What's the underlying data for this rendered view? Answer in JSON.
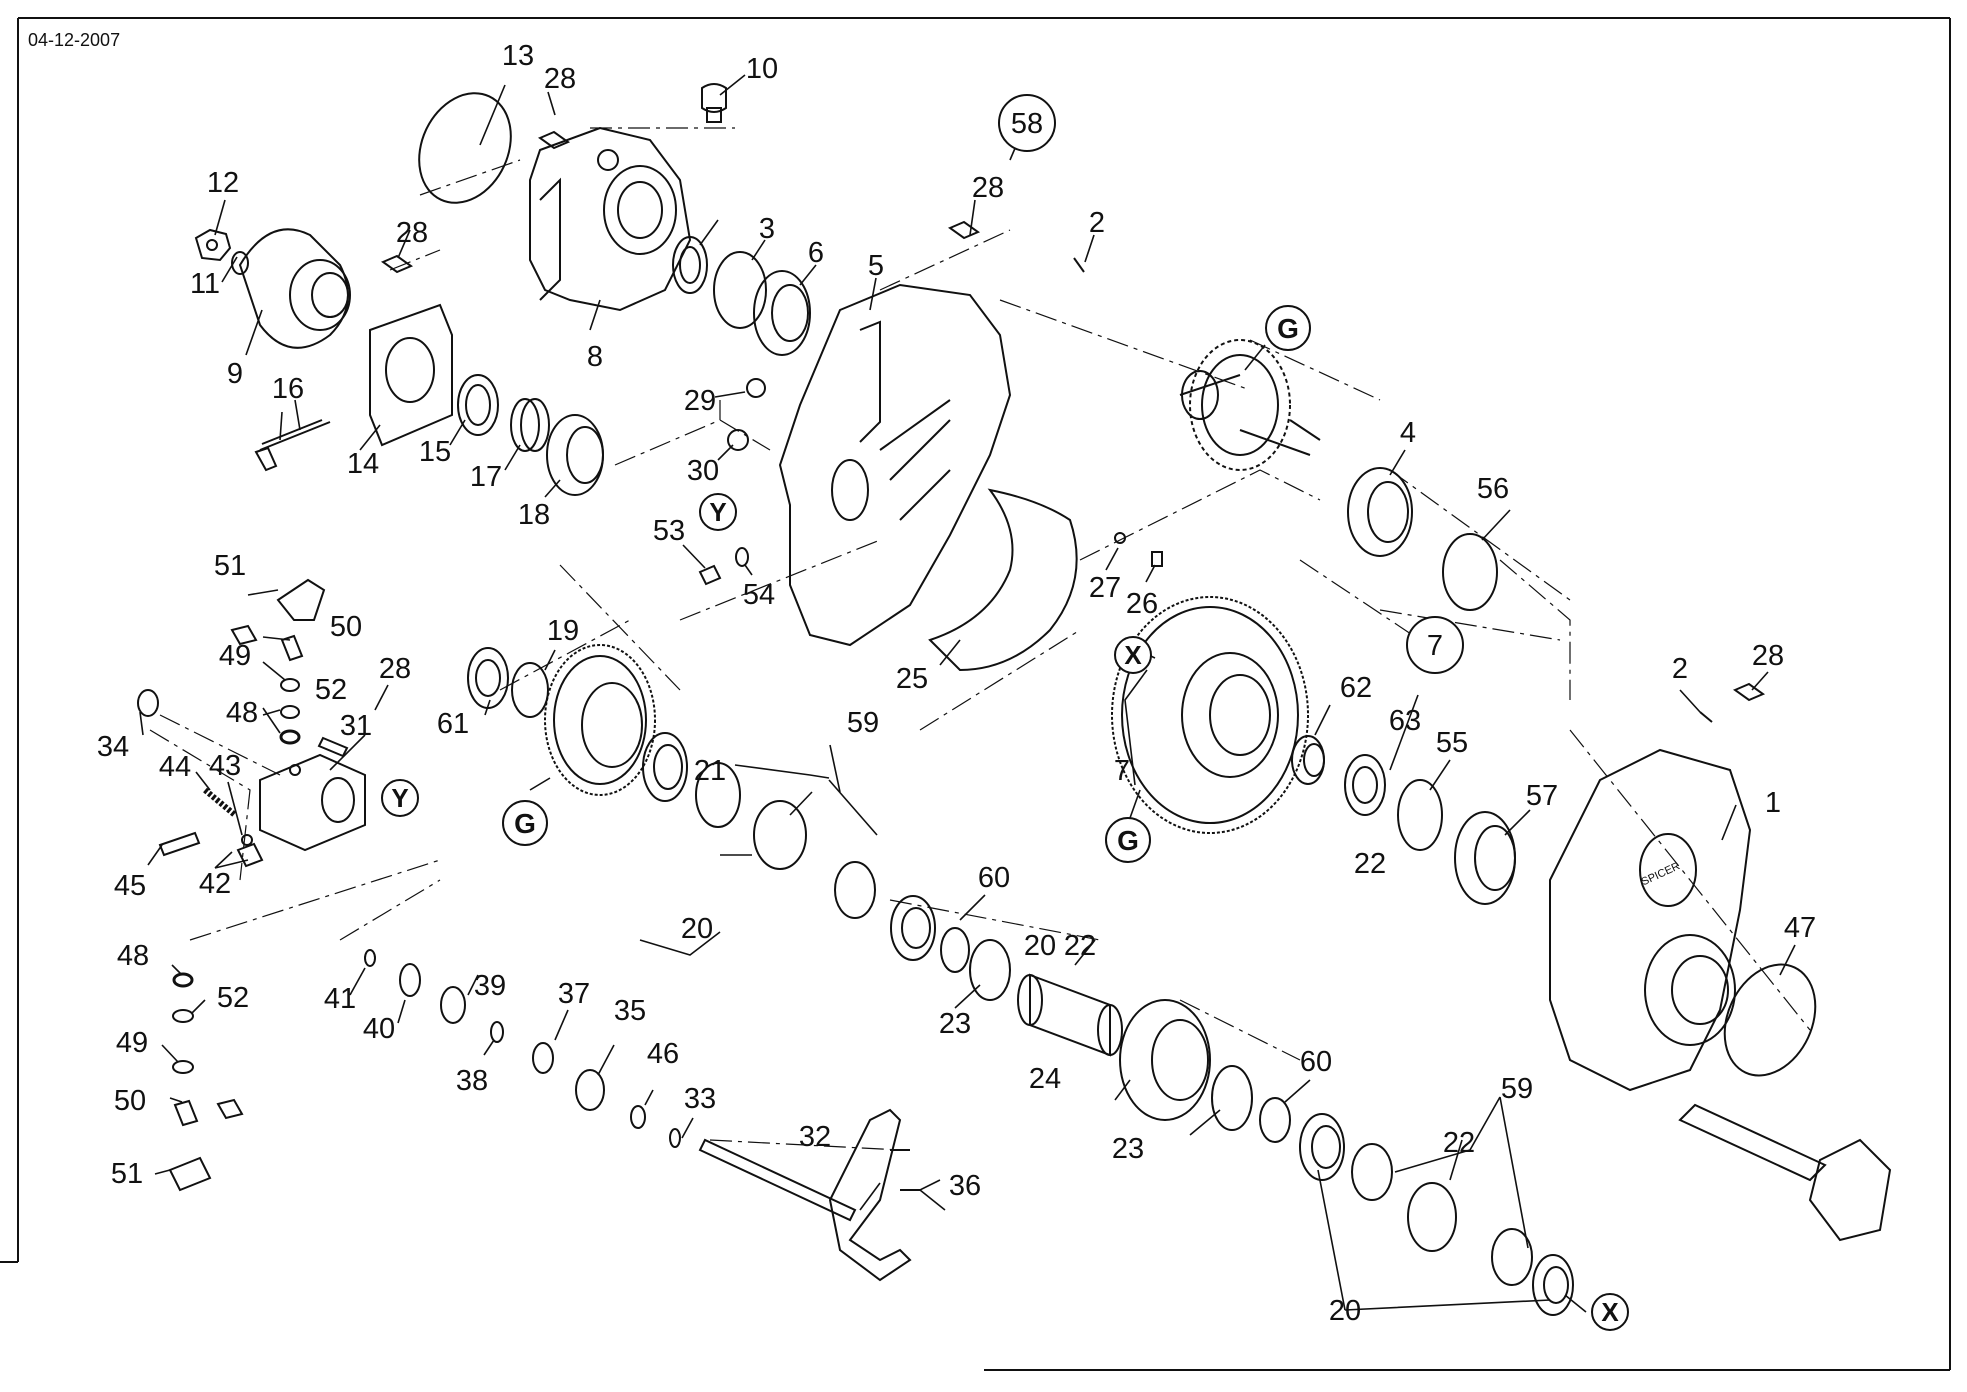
{
  "drawing": {
    "date": "04-12-2007",
    "part_labels": [
      "1",
      "2",
      "2",
      "3",
      "4",
      "5",
      "6",
      "7",
      "8",
      "9",
      "10",
      "11",
      "12",
      "13",
      "14",
      "15",
      "16",
      "17",
      "18",
      "19",
      "20",
      "20",
      "20",
      "21",
      "22",
      "22",
      "22",
      "23",
      "23",
      "24",
      "25",
      "26",
      "27",
      "28",
      "28",
      "28",
      "28",
      "28",
      "29",
      "30",
      "31",
      "32",
      "33",
      "34",
      "35",
      "36",
      "37",
      "38",
      "39",
      "40",
      "41",
      "42",
      "43",
      "44",
      "45",
      "46",
      "47",
      "48",
      "48",
      "49",
      "49",
      "50",
      "50",
      "51",
      "51",
      "52",
      "52",
      "53",
      "54",
      "55",
      "56",
      "57",
      "59",
      "59",
      "60",
      "60",
      "61",
      "62",
      "63"
    ],
    "circled_labels": [
      "58",
      "7"
    ],
    "reference_markers": [
      "G",
      "G",
      "G",
      "G",
      "X",
      "X",
      "Y",
      "Y"
    ],
    "logo_text": "SPICER"
  }
}
